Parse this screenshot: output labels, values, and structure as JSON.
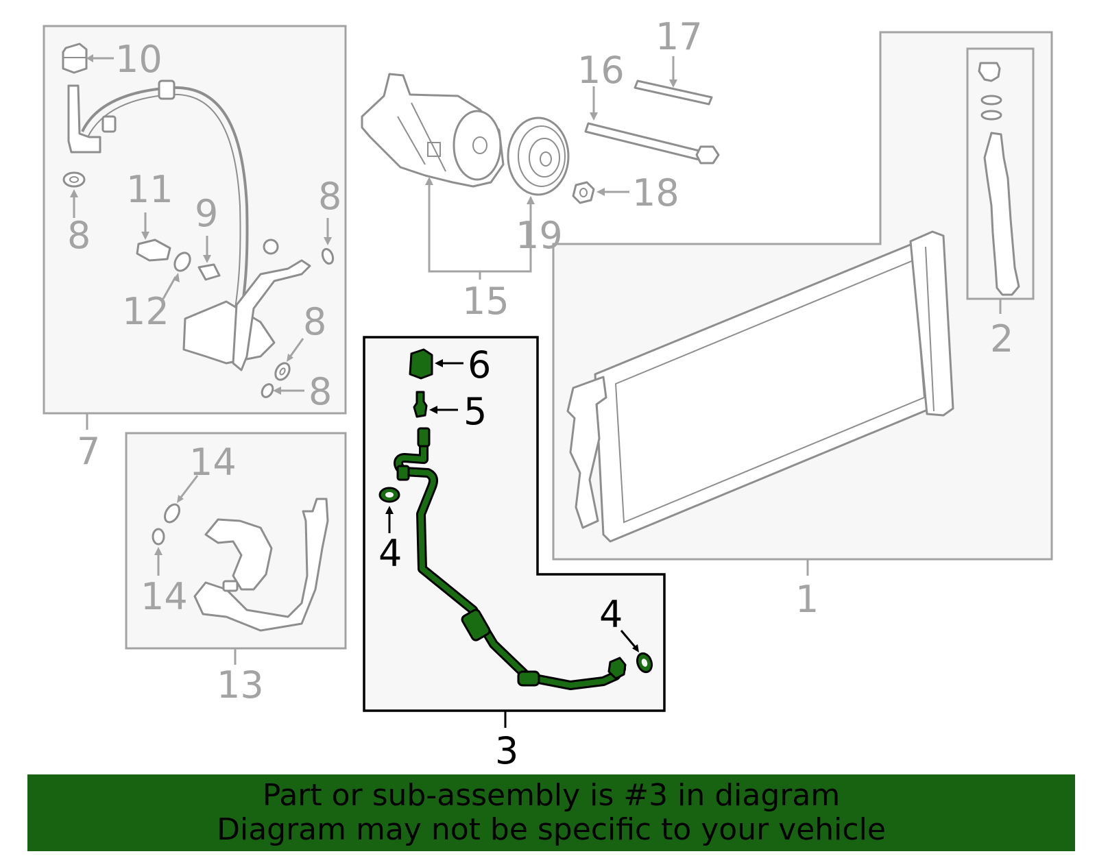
{
  "callouts": {
    "c1": "1",
    "c2": "2",
    "c3": "3",
    "c4a": "4",
    "c4b": "4",
    "c5": "5",
    "c6": "6",
    "c7": "7",
    "c8a": "8",
    "c8b": "8",
    "c8c": "8",
    "c8d": "8",
    "c9": "9",
    "c10": "10",
    "c11": "11",
    "c12": "12",
    "c13": "13",
    "c14a": "14",
    "c14b": "14",
    "c15": "15",
    "c16": "16",
    "c17": "17",
    "c18": "18",
    "c19": "19"
  },
  "banner": {
    "line1": "Part or sub-assembly is #3 in diagram",
    "line2": "Diagram may not be specific to your vehicle"
  },
  "colors": {
    "highlight_part": "#1a6c12",
    "banner_background": "#176311",
    "callout_gray": "#a3a3a3",
    "callout_highlight": "#000000"
  }
}
